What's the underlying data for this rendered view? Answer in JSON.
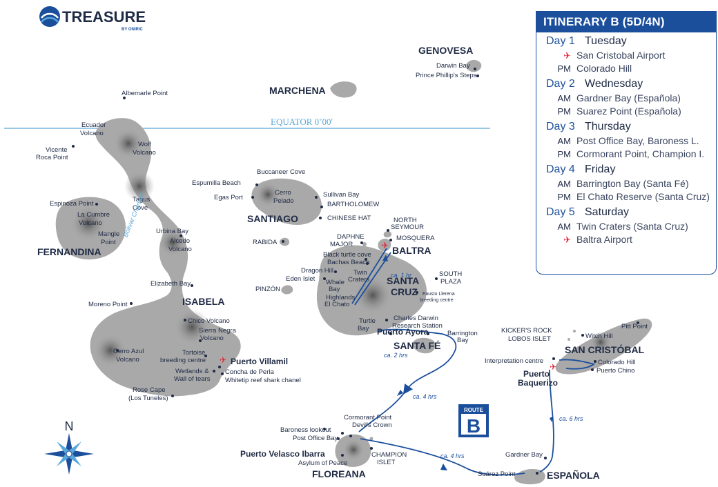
{
  "logo": {
    "brand": "TREASURE",
    "sub": "BY ONIRIC"
  },
  "equator": {
    "label": "EQUATOR  0˚00'"
  },
  "route_badge": {
    "route_word": "ROUTE",
    "letter": "B"
  },
  "compass": {
    "north": "N"
  },
  "islands": {
    "genovesa": "GENOVESA",
    "marchena": "MARCHENA",
    "santiago": "SANTIAGO",
    "fernandina": "FERNANDINA",
    "isabela": "ISABELA",
    "santa_cruz": "SANTA\nCRUZ",
    "santa_cruz_l1": "SANTA",
    "santa_cruz_l2": "CRUZ",
    "baltra": "BALTRA",
    "santa_fe": "SANTA FÉ",
    "san_cristobal": "SAN CRISTÓBAL",
    "espanola": "ESPAÑOLA",
    "floreana": "FLOREANA"
  },
  "places": {
    "darwin_bay": "Darwin Bay",
    "prince_phillip": "Prince Phillip's Steps",
    "albemarle": "Albemarle Point",
    "ecuador_1": "Ecuador",
    "ecuador_2": "Volcano",
    "wolf_1": "Wolf",
    "wolf_2": "Volcano",
    "vicente_1": "Vicente",
    "vicente_2": "Roca Point",
    "buccaneer": "Buccaneer Cove",
    "espumilla": "Espumilla Beach",
    "egas": "Egas Port",
    "cerro_1": "Cerro",
    "cerro_2": "Pelado",
    "sullivan": "Sullivan Bay",
    "bartholomew": "BARTHOLOMEW",
    "chinese_hat": "CHINESE HAT",
    "espinoza": "Espinoza Point",
    "tagus_1": "Tagus",
    "tagus_2": "Cove",
    "bolivar": "Bolivar Channel",
    "lacumbre_1": "La Cumbre",
    "lacumbre_2": "Volcano",
    "mangle_1": "Mangle",
    "mangle_2": "Point",
    "urbina": "Urbina Bay",
    "alcedo_1": "Alcedo",
    "alcedo_2": "Volcano",
    "rabida": "RABIDA",
    "north_seymour_1": "NORTH",
    "north_seymour_2": "SEYMOUR",
    "mosquera": "MOSQUERA",
    "daphne_1": "DAPHNE",
    "daphne_2": "MAJOR",
    "black_turtle": "Black turtle cove",
    "bachas": "Bachas Beach",
    "dragon": "Dragon Hill",
    "eden": "Eden Islet",
    "whale_1": "Whale",
    "whale_2": "Bay",
    "twin_1": "Twin",
    "twin_2": "Craters",
    "highlands_1": "Highlands",
    "highlands_2": "El Chato",
    "south_plaza_1": "SOUTH",
    "south_plaza_2": "PLAZA",
    "fausto_1": "Fausto Llerena",
    "fausto_2": "breeding centre",
    "darwin_station_1": "Charles Darwin",
    "darwin_station_2": "Research Station",
    "turtle_bay_1": "Turtle",
    "turtle_bay_2": "Bay",
    "puerto_ayora": "Puerto Ayora",
    "barrington_1": "Barrington",
    "barrington_2": "Bay",
    "pinzon": "PINZÓN",
    "elizabeth": "Elizabeth Bay",
    "moreno": "Moreno Point",
    "chico": "Chico Volcano",
    "sierra_1": "Sierra Negra",
    "sierra_2": "Volcano",
    "cerro_azul_1": "Cerro Azul",
    "cerro_azul_2": "Volcano",
    "tortoise_1": "Tortoise",
    "tortoise_2": "breeding centre",
    "wetlands_1": "Wetlands &",
    "wetlands_2": "Wall of tears",
    "concha": "Concha de Perla",
    "whitetip": "Whitetip reef shark chanel",
    "puerto_villamil": "Puerto Villamil",
    "rose_1": "Rose Cape",
    "rose_2": "(Los Tuneles)",
    "kickers": "KICKER'S ROCK",
    "lobos": "LOBOS ISLET",
    "witch": "Witch Hill",
    "pitt": "Pitt Point",
    "interp": "Interpretation centre",
    "colorado": "Colorado Hill",
    "puerto_chino": "Puerto Chino",
    "baquerizo_1": "Puerto",
    "baquerizo_2": "Baquerizo",
    "gardner": "Gardner Bay",
    "suarez": "Suárez Point",
    "cormorant": "Cormorant Point",
    "devils": "Devil's Crown",
    "baroness": "Baroness lookout",
    "post_office": "Post Office Bay",
    "velasco": "Puerto Velasco Ibarra",
    "asylum": "Asylum of Peace",
    "champion_1": "CHAMPION",
    "champion_2": "ISLET"
  },
  "route_times": {
    "t1": "ca. 1 hr",
    "t2": "ca. 2 hrs",
    "t3": "ca. 4 hrs",
    "t4": "ca. 6 hrs",
    "t5": "ca. 4 hrs"
  },
  "itinerary": {
    "title": "ITINERARY B (5D/4N)",
    "days": [
      {
        "num": "Day 1",
        "name": "Tuesday",
        "acts": [
          {
            "slot": "plane",
            "text": "San Cristobal Airport"
          },
          {
            "slot": "PM",
            "text": "Colorado Hill"
          }
        ]
      },
      {
        "num": "Day 2",
        "name": "Wednesday",
        "acts": [
          {
            "slot": "AM",
            "text": "Gardner Bay (Española)"
          },
          {
            "slot": "PM",
            "text": "Suarez Point (Española)"
          }
        ]
      },
      {
        "num": "Day 3",
        "name": "Thursday",
        "acts": [
          {
            "slot": "AM",
            "text": "Post Office Bay, Baroness L."
          },
          {
            "slot": "PM",
            "text": "Cormorant Point, Champion I."
          }
        ]
      },
      {
        "num": "Day 4",
        "name": "Friday",
        "acts": [
          {
            "slot": "AM",
            "text": "Barrington Bay (Santa Fé)"
          },
          {
            "slot": "PM",
            "text": "El Chato Reserve (Santa Cruz)"
          }
        ]
      },
      {
        "num": "Day 5",
        "name": "Saturday",
        "acts": [
          {
            "slot": "AM",
            "text": "Twin Craters (Santa Cruz)"
          },
          {
            "slot": "plane",
            "text": "Baltra Airport"
          }
        ]
      }
    ]
  },
  "colors": {
    "route": "#1b4f9c",
    "island": "#a9a9a9",
    "island_dark": "#7a7a7a",
    "text": "#1f2a44",
    "airport": "#e5263b",
    "equator": "#5aa8d8"
  }
}
